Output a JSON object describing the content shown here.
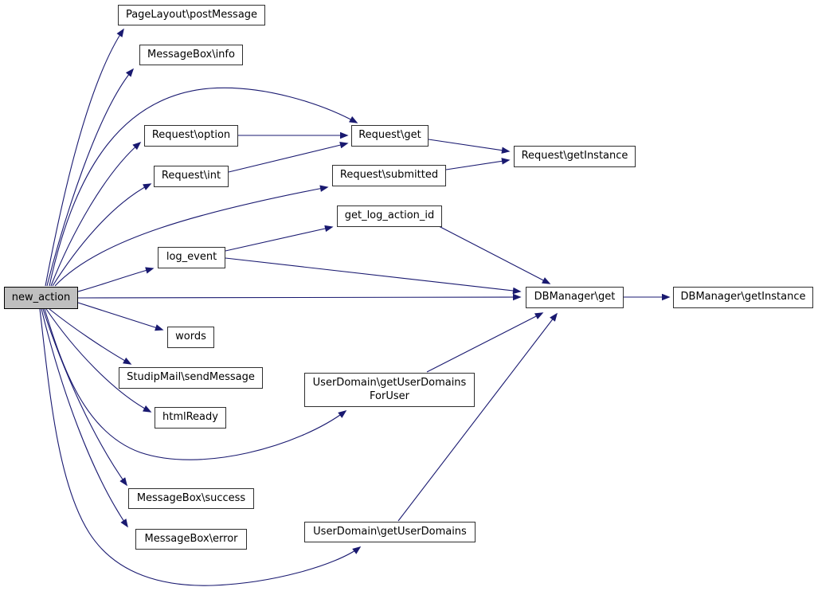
{
  "diagram": {
    "type": "doxygen-call-graph",
    "root": "new_action",
    "colors": {
      "background": "#ffffff",
      "edge": "#191970",
      "node_fill": "#ffffff",
      "node_border": "#2f2f2f",
      "root_fill": "#bfbfbf",
      "text": "#000000"
    },
    "nodes": {
      "new_action": {
        "label": "new_action"
      },
      "page_layout_post_message": {
        "label": "PageLayout\\postMessage"
      },
      "message_box_info": {
        "label": "MessageBox\\info"
      },
      "request_option": {
        "label": "Request\\option"
      },
      "request_int": {
        "label": "Request\\int"
      },
      "request_get": {
        "label": "Request\\get"
      },
      "request_submitted": {
        "label": "Request\\submitted"
      },
      "request_get_instance": {
        "label": "Request\\getInstance"
      },
      "get_log_action_id": {
        "label": "get_log_action_id"
      },
      "log_event": {
        "label": "log_event"
      },
      "db_manager_get": {
        "label": "DBManager\\get"
      },
      "db_manager_get_instance": {
        "label": "DBManager\\getInstance"
      },
      "words": {
        "label": "words"
      },
      "studip_mail_send_message": {
        "label": "StudipMail\\sendMessage"
      },
      "html_ready": {
        "label": "htmlReady"
      },
      "user_domain_get_user_domains_for_user": {
        "lines": [
          "UserDomain\\getUserDomains",
          "ForUser"
        ]
      },
      "message_box_success": {
        "label": "MessageBox\\success"
      },
      "message_box_error": {
        "label": "MessageBox\\error"
      },
      "user_domain_get_user_domains": {
        "label": "UserDomain\\getUserDomains"
      }
    },
    "edges": [
      {
        "from": "new_action",
        "to": "PageLayout\\postMessage"
      },
      {
        "from": "new_action",
        "to": "MessageBox\\info"
      },
      {
        "from": "new_action",
        "to": "Request\\get"
      },
      {
        "from": "new_action",
        "to": "Request\\option"
      },
      {
        "from": "new_action",
        "to": "Request\\int"
      },
      {
        "from": "new_action",
        "to": "Request\\submitted"
      },
      {
        "from": "new_action",
        "to": "log_event"
      },
      {
        "from": "new_action",
        "to": "DBManager\\get"
      },
      {
        "from": "new_action",
        "to": "words"
      },
      {
        "from": "new_action",
        "to": "StudipMail\\sendMessage"
      },
      {
        "from": "new_action",
        "to": "htmlReady"
      },
      {
        "from": "new_action",
        "to": "UserDomain\\getUserDomainsForUser"
      },
      {
        "from": "new_action",
        "to": "MessageBox\\success"
      },
      {
        "from": "new_action",
        "to": "MessageBox\\error"
      },
      {
        "from": "new_action",
        "to": "UserDomain\\getUserDomains"
      },
      {
        "from": "Request\\option",
        "to": "Request\\get"
      },
      {
        "from": "Request\\int",
        "to": "Request\\get"
      },
      {
        "from": "Request\\get",
        "to": "Request\\getInstance"
      },
      {
        "from": "Request\\submitted",
        "to": "Request\\getInstance"
      },
      {
        "from": "log_event",
        "to": "get_log_action_id"
      },
      {
        "from": "log_event",
        "to": "DBManager\\get"
      },
      {
        "from": "get_log_action_id",
        "to": "DBManager\\get"
      },
      {
        "from": "DBManager\\get",
        "to": "DBManager\\getInstance"
      },
      {
        "from": "UserDomain\\getUserDomainsForUser",
        "to": "DBManager\\get"
      },
      {
        "from": "UserDomain\\getUserDomains",
        "to": "DBManager\\get"
      }
    ]
  }
}
